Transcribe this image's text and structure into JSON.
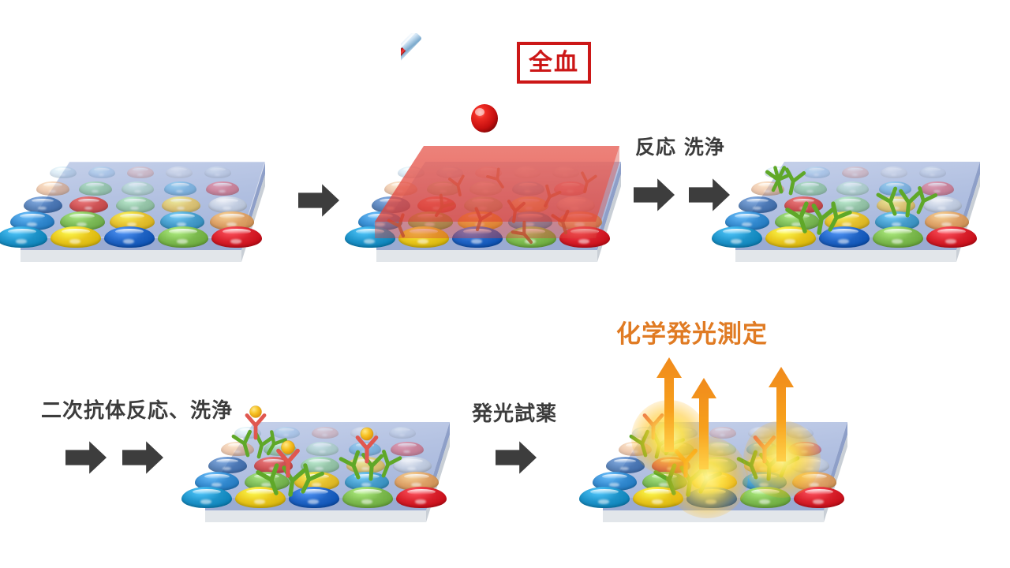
{
  "diagram": {
    "title": "Whole-blood chemiluminescence immunoassay workflow",
    "background_color": "#ffffff",
    "labels": {
      "whole_blood": "全血",
      "reaction_wash": "反応  洗浄",
      "secondary_antibody_wash": "二次抗体反応、洗浄",
      "luminescent_reagent": "発光試薬",
      "chemiluminescence_measurement": "化学発光測定"
    },
    "colors": {
      "badge_border": "#cc1717",
      "badge_text": "#cc1717",
      "arrow": "#3d3d3d",
      "label_text": "#3c3c3c",
      "title_orange": "#e07b23",
      "plate_top": "#b9c6e4",
      "plate_side": "#93a3c9",
      "plate_base": "#d9dde2",
      "blood_layer": "#e8433a",
      "antibody_green": "#5fa828",
      "antibody_red": "#e0574f",
      "antibody_brown": "#a8562a",
      "enzyme_sphere": "#f5b617",
      "emission_arrow": "#f08a1c",
      "glow": "#ffe14a"
    },
    "steps": [
      {
        "id": "step1",
        "name": "antibody-array-chip",
        "caption": ""
      },
      {
        "id": "step2",
        "name": "whole-blood-applied-chip",
        "caption": "全血"
      },
      {
        "id": "step3",
        "name": "captured-antigen-chip",
        "caption": "反応  洗浄"
      },
      {
        "id": "step4",
        "name": "secondary-antibody-chip",
        "caption": "二次抗体反応、洗浄"
      },
      {
        "id": "step5",
        "name": "chemiluminescence-chip",
        "caption": "発光試薬"
      }
    ],
    "chip": {
      "grid_rows": 5,
      "grid_cols": 5,
      "spot_shape": "dome",
      "spot_colors": [
        [
          "#9ec3e0",
          "#8ebdea",
          "#e2a09a",
          "#cfd6e4",
          "#bcc9e0"
        ],
        [
          "#e0a276",
          "#7ec08a",
          "#a9d3c0",
          "#5ba8dc",
          "#d9596b"
        ],
        [
          "#2f63a8",
          "#d6352f",
          "#8fc79a",
          "#e8c55a",
          "#c8d2e2"
        ],
        [
          "#2a86cf",
          "#79bb4e",
          "#ebc222",
          "#3f9bcb",
          "#e2a05e"
        ],
        [
          "#1d93c9",
          "#e8c61b",
          "#1f63c4",
          "#7cba4e",
          "#d81f2a"
        ]
      ],
      "row_opacity": [
        0.38,
        0.58,
        0.78,
        0.93,
        1.0
      ]
    },
    "chemiluminescence": {
      "emission_count": 3,
      "emission_arrow_color": "#f08a1c",
      "glow_color": "#ffe14a"
    }
  }
}
